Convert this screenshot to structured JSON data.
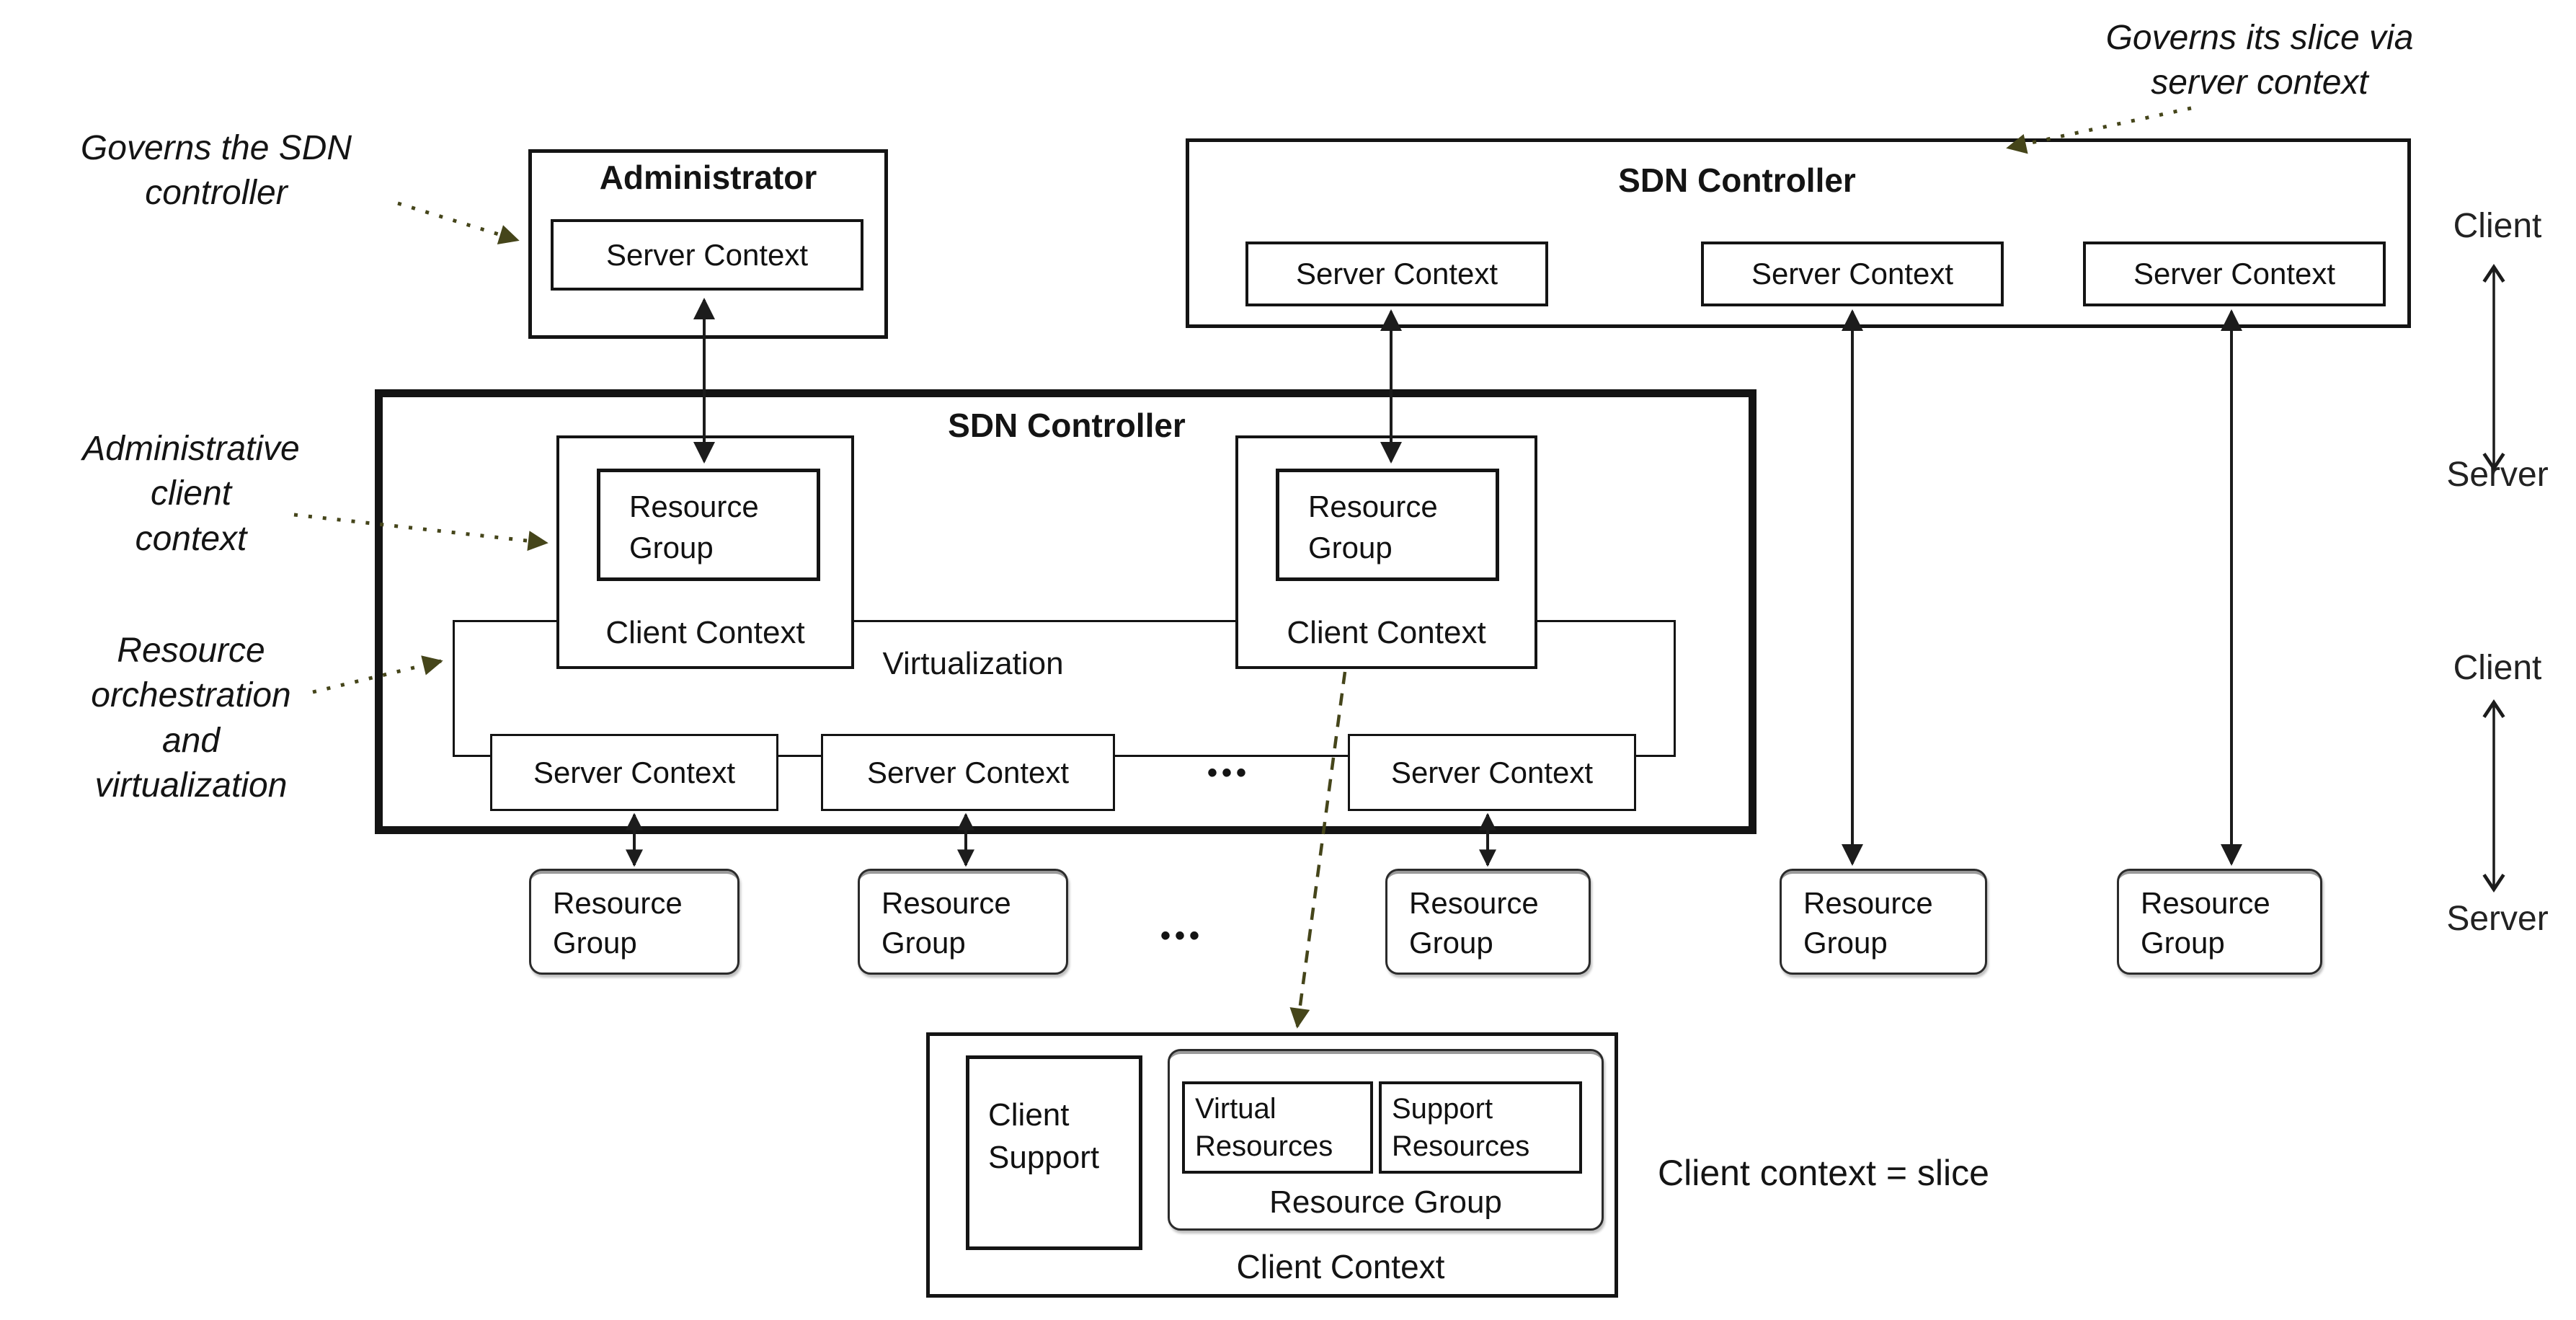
{
  "annotations": {
    "governs_sdn": "Governs the SDN\ncontroller",
    "governs_slice": "Governs its slice via\nserver context",
    "admin_client_context": "Administrative\nclient\ncontext",
    "resource_orchestration": "Resource\norchestration\nand\nvirtualization",
    "client_context_slice": "Client context = slice"
  },
  "boxes": {
    "administrator": {
      "title": "Administrator",
      "server_context": "Server Context"
    },
    "top_sdn_controller": {
      "title": "SDN Controller",
      "server_contexts": [
        "Server Context",
        "Server Context",
        "Server Context"
      ]
    },
    "main_sdn_controller": {
      "title": "SDN Controller",
      "virtualization": "Virtualization",
      "client_contexts": [
        {
          "resource_group": "Resource\nGroup",
          "label": "Client Context"
        },
        {
          "resource_group": "Resource\nGroup",
          "label": "Client Context"
        }
      ],
      "server_contexts": [
        "Server Context",
        "Server Context",
        "Server Context"
      ],
      "ellipsis": "•••"
    },
    "resource_groups": [
      "Resource\nGroup",
      "Resource\nGroup",
      "Resource\nGroup",
      "Resource\nGroup",
      "Resource\nGroup"
    ],
    "resource_row_ellipsis": "•••",
    "bottom_client_context": {
      "client_support": "Client\nSupport",
      "virtual_resources": "Virtual\nResources",
      "support_resources": "Support\nResources",
      "resource_group_label": "Resource Group",
      "label": "Client Context"
    }
  },
  "side_labels": {
    "client_top": "Client",
    "server_top": "Server",
    "client_bottom": "Client",
    "server_bottom": "Server"
  },
  "colors": {
    "line": "#1c1c1c",
    "annotation_line": "#45451a",
    "border": "#141414"
  }
}
